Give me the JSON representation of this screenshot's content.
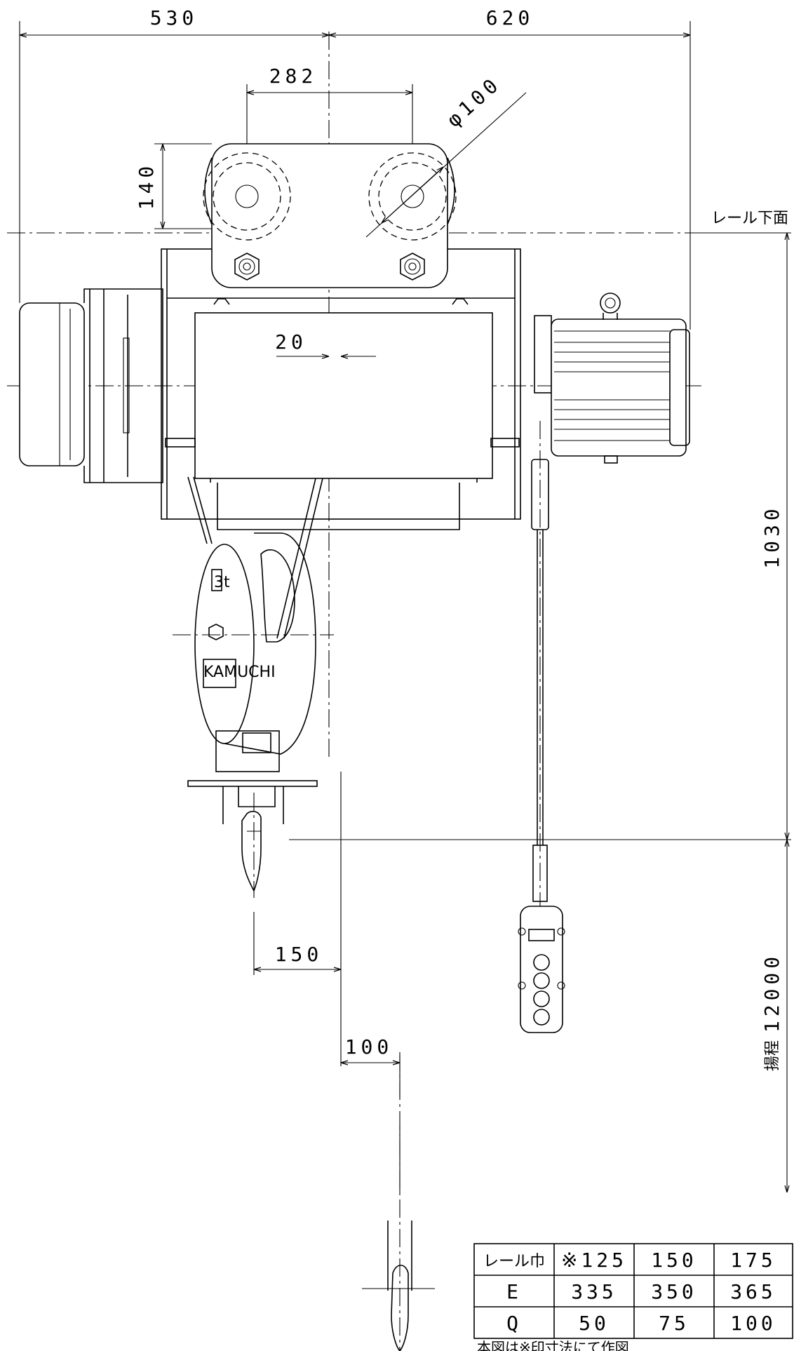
{
  "dimensions": {
    "width_left": "530",
    "width_right": "620",
    "wheel_pitch": "282",
    "wheel_diameter": "φ100",
    "rail_to_axle": "140",
    "hook_offset_small": "20",
    "rail_to_hook": "1030",
    "hook_offset_150": "150",
    "hook_offset_100": "100",
    "lift": "12000"
  },
  "labels": {
    "rail_bottom": "レール下面",
    "lift_label": "揚程",
    "capacity_plate": "3t",
    "brand_plate": "KAMUCHI"
  },
  "table": {
    "headers": [
      "レール巾",
      "※125",
      "150",
      "175"
    ],
    "rows": [
      [
        "E",
        "335",
        "350",
        "365"
      ],
      [
        "Q",
        "50",
        "75",
        "100"
      ]
    ]
  },
  "footnote": "本図は※印寸法にて作図"
}
